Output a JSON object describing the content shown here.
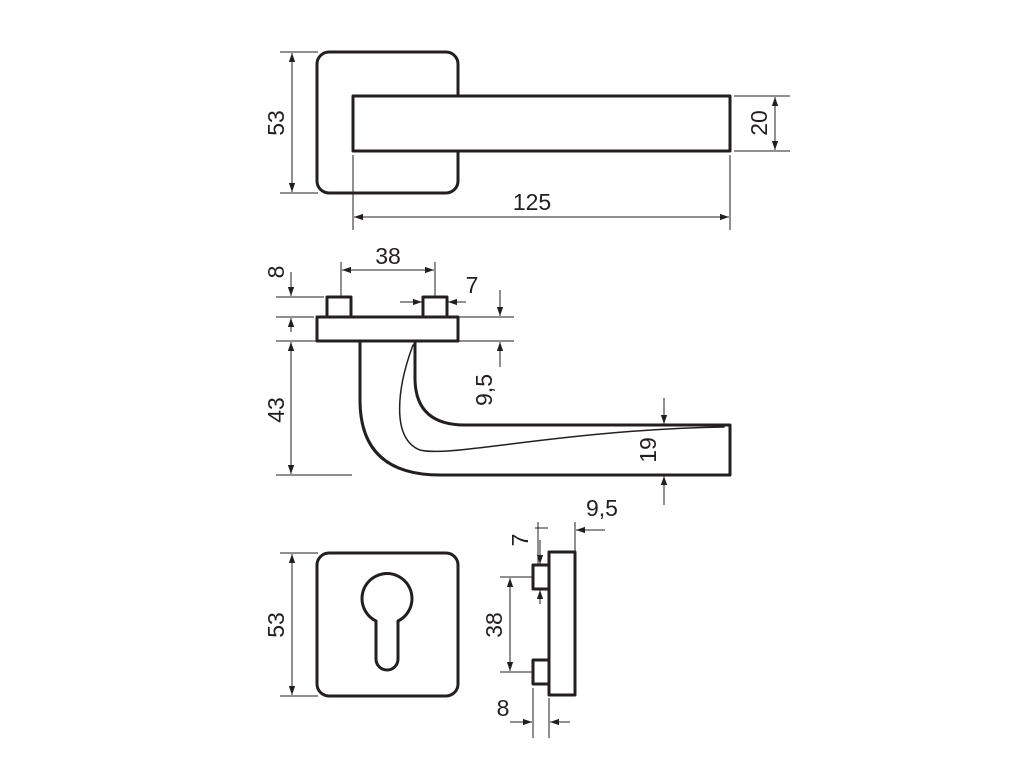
{
  "drawing": {
    "dimensions": {
      "top_view": {
        "rosette_height": "53",
        "lever_width": "20",
        "lever_length": "125"
      },
      "side_view": {
        "pin_spacing": "38",
        "pin_height": "8",
        "pin_width": "7",
        "rose_to_lever_gap": "9,5",
        "height": "43",
        "lever_thickness": "19"
      },
      "escutcheon_side": {
        "pin_width": "7",
        "plate_thickness": "9,5",
        "pin_spacing": "38",
        "pin_height": "8"
      },
      "escutcheon_front": {
        "height": "53"
      }
    },
    "colors": {
      "line": "#231f20",
      "background": "#ffffff"
    }
  }
}
